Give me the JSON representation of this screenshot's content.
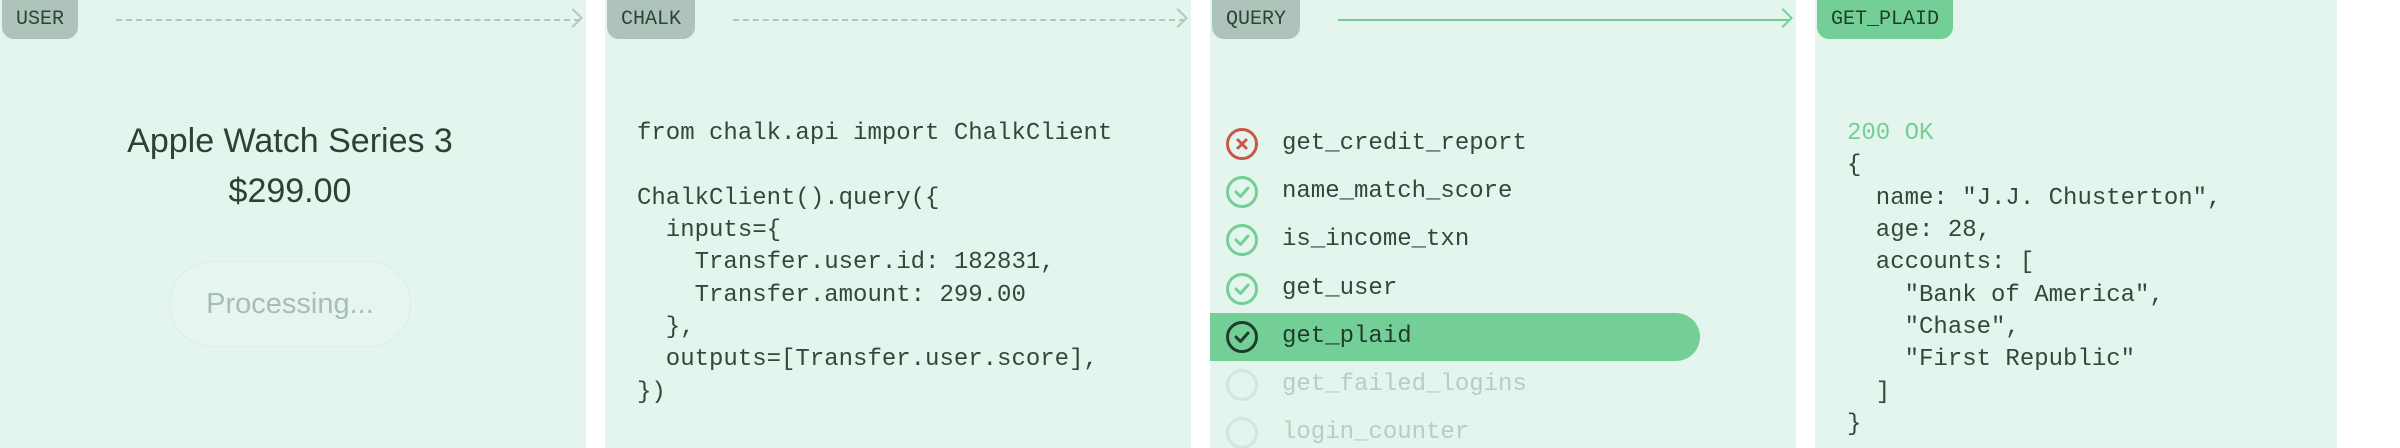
{
  "colors": {
    "panel_bg": "#e3f5ed",
    "tag_bg": "#aec4ba",
    "accent_green": "#74cf96",
    "error_red": "#c9574a",
    "text_dark": "#2f4a3c"
  },
  "user_panel": {
    "tag": "USER",
    "product_name": "Apple Watch Series 3",
    "product_price": "$299.00",
    "button_label": "Processing..."
  },
  "chalk_panel": {
    "tag": "CHALK",
    "code_lines": [
      "from chalk.api import ChalkClient",
      "",
      "ChalkClient().query({",
      "  inputs={",
      "    Transfer.user.id: 182831,",
      "    Transfer.amount: 299.00",
      "  },",
      "  outputs=[Transfer.user.score],",
      "})"
    ]
  },
  "query_panel": {
    "tag": "QUERY",
    "resolvers": [
      {
        "name": "get_credit_report",
        "status": "error",
        "icon": "x-circle-icon"
      },
      {
        "name": "name_match_score",
        "status": "success",
        "icon": "check-circle-icon"
      },
      {
        "name": "is_income_txn",
        "status": "success",
        "icon": "check-circle-icon"
      },
      {
        "name": "get_user",
        "status": "success",
        "icon": "check-circle-icon"
      },
      {
        "name": "get_plaid",
        "status": "active",
        "icon": "check-circle-icon"
      },
      {
        "name": "get_failed_logins",
        "status": "pending",
        "icon": "empty-circle-icon"
      },
      {
        "name": "login_counter",
        "status": "pending",
        "icon": "empty-circle-icon"
      }
    ]
  },
  "get_plaid_panel": {
    "tag": "GET_PLAID",
    "status_line": "200 OK",
    "code_lines": [
      "{",
      "  name: \"J.J. Chusterton\",",
      "  age: 28,",
      "  accounts: [",
      "    \"Bank of America\",",
      "    \"Chase\",",
      "    \"First Republic\"",
      "  ]",
      "}"
    ]
  }
}
